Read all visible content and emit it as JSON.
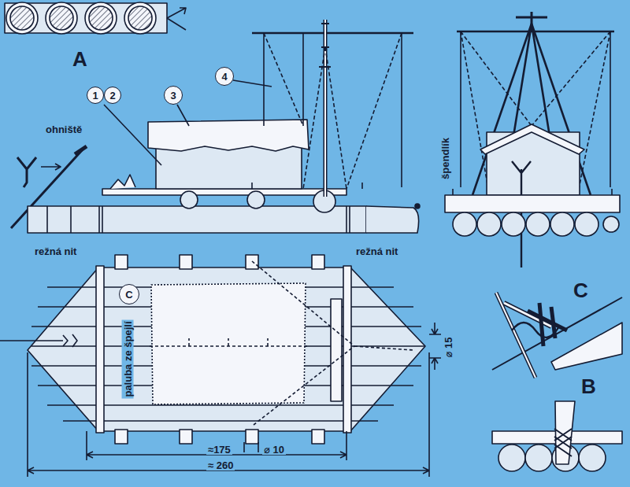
{
  "diagram": {
    "nodes": [
      {
        "text": [
          "1"
        ]
      },
      {
        "text": [
          "2"
        ]
      },
      {
        "text": [
          "3"
        ]
      },
      {
        "text": [
          "4"
        ]
      },
      {
        "text": [
          "C"
        ]
      }
    ],
    "labels": [
      "A",
      "ohniště",
      "špendlík",
      "režná nit",
      "režná nit",
      "paluba ze špejlí",
      "⌀ 15",
      "≈175",
      "⌀ 10",
      "≈ 260",
      "C",
      "B"
    ]
  }
}
